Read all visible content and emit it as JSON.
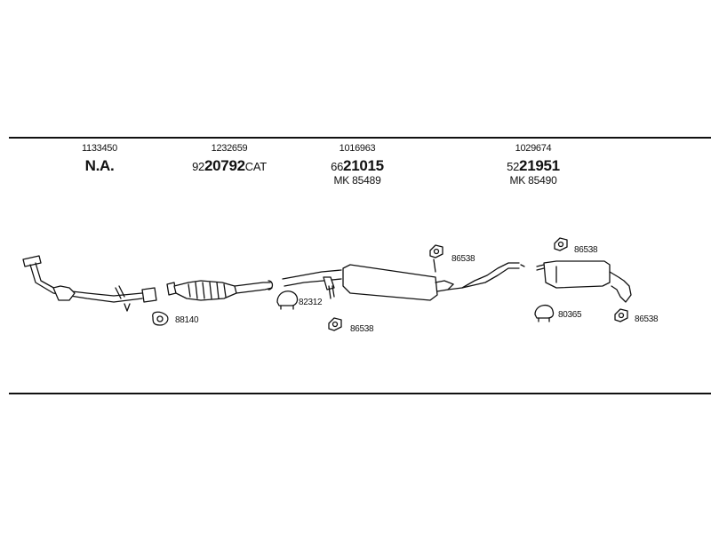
{
  "sections": [
    {
      "ref": "1133450",
      "main": "N.A.",
      "prefix": "",
      "number": "",
      "suffix": "",
      "mk": ""
    },
    {
      "ref": "1232659",
      "main": "",
      "prefix": "92",
      "number": "20792",
      "suffix": "CAT",
      "mk": ""
    },
    {
      "ref": "1016963",
      "main": "",
      "prefix": "66",
      "number": "21015",
      "suffix": "",
      "mk": "MK  85489"
    },
    {
      "ref": "1029674",
      "main": "",
      "prefix": "52",
      "number": "21951",
      "suffix": "",
      "mk": "MK  85490"
    }
  ],
  "part_labels": {
    "gasket_1": "88140",
    "clamp_1": "82312",
    "hanger_mid_top": "86538",
    "hanger_mid_bottom": "86538",
    "hanger_rear_top": "86538",
    "clamp_2": "80365",
    "hanger_rear_bottom": "86538"
  }
}
